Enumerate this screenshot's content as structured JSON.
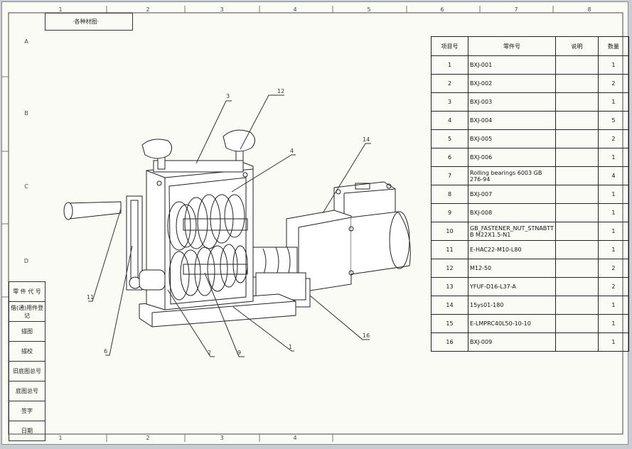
{
  "title_box": "·各种材图·",
  "zones": {
    "top": [
      "1",
      "2",
      "3",
      "4",
      "5",
      "6",
      "7",
      "8"
    ],
    "bottom": [
      "1",
      "2",
      "3",
      "4"
    ],
    "left": [
      "A",
      "B",
      "C",
      "D"
    ]
  },
  "bom": {
    "headers": [
      "项目号",
      "零件号",
      "说明",
      "数量"
    ],
    "rows": [
      {
        "no": "1",
        "part": "BXJ-001",
        "desc": "",
        "qty": "1"
      },
      {
        "no": "2",
        "part": "BXJ-002",
        "desc": "",
        "qty": "2"
      },
      {
        "no": "3",
        "part": "BXJ-003",
        "desc": "",
        "qty": "1"
      },
      {
        "no": "4",
        "part": "BXJ-004",
        "desc": "",
        "qty": "5"
      },
      {
        "no": "5",
        "part": "BXJ-005",
        "desc": "",
        "qty": "2"
      },
      {
        "no": "6",
        "part": "BXJ-006",
        "desc": "",
        "qty": "1"
      },
      {
        "no": "7",
        "part": "Rolling bearings 6003 GB 276-94",
        "desc": "",
        "qty": "4"
      },
      {
        "no": "8",
        "part": "BXJ-007",
        "desc": "",
        "qty": "1"
      },
      {
        "no": "9",
        "part": "BXJ-008",
        "desc": "",
        "qty": "1"
      },
      {
        "no": "10",
        "part": "GB_FASTENER_NUT_STNABTT B M22X1.5-N1",
        "desc": "",
        "qty": "1"
      },
      {
        "no": "11",
        "part": "E-HAC22-M10-L80",
        "desc": "",
        "qty": "1"
      },
      {
        "no": "12",
        "part": "M12-50",
        "desc": "",
        "qty": "2"
      },
      {
        "no": "13",
        "part": "YFUF-D16-L37-A",
        "desc": "",
        "qty": "2"
      },
      {
        "no": "14",
        "part": "15ys01-180",
        "desc": "",
        "qty": "1"
      },
      {
        "no": "15",
        "part": "E-LMPRC40L50-10-10",
        "desc": "",
        "qty": "1"
      },
      {
        "no": "16",
        "part": "BXJ-009",
        "desc": "",
        "qty": "1"
      }
    ]
  },
  "side_block": [
    "零 件 代 号",
    "借(通)用件登记",
    "描图",
    "描校",
    "旧底图总号",
    "底图总号",
    "签字",
    "日期"
  ],
  "balloons": [
    "3",
    "12",
    "4",
    "14",
    "11",
    "6",
    "2",
    "9",
    "1",
    "16"
  ]
}
